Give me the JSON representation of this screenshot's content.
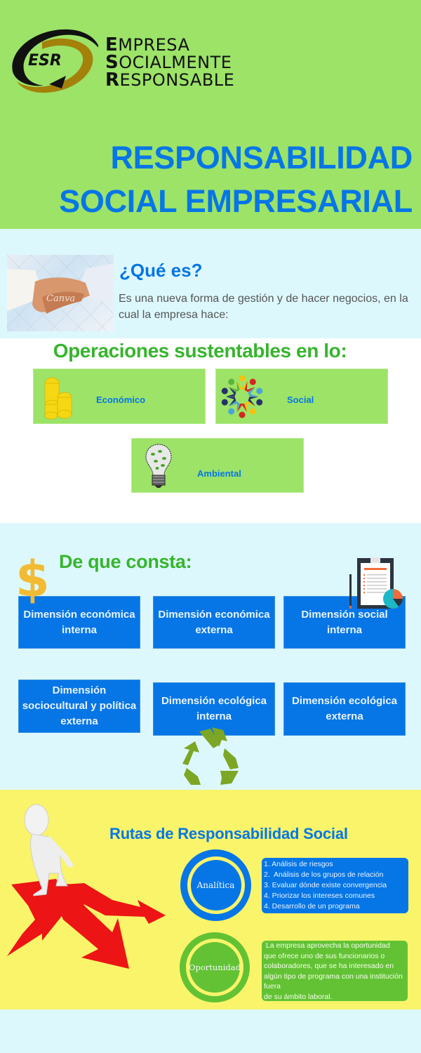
{
  "logo": {
    "mark_text": "ESR",
    "words": [
      {
        "initial": "E",
        "rest": "MPRESA"
      },
      {
        "initial": "S",
        "rest": "OCIALMENTE"
      },
      {
        "initial": "R",
        "rest": "ESPONSABLE"
      }
    ]
  },
  "header": {
    "title_line1": "RESPONSABILIDAD",
    "title_line2": "SOCIAL EMPRESARIAL"
  },
  "what_is": {
    "image": "handshake-photo",
    "watermark": "Canva",
    "title": "¿Qué es?",
    "description": "Es una nueva forma de gestión y de hacer negocios, en la cual la empresa hace:"
  },
  "operations": {
    "title": "Operaciones sustentables en lo:",
    "items": [
      {
        "label": "Económico",
        "icon": "gold-coins-icon"
      },
      {
        "label": "Social",
        "icon": "people-circle-icon"
      },
      {
        "label": "Ambiental",
        "icon": "eco-lightbulb-icon"
      }
    ]
  },
  "dimensions": {
    "title": "De que consta:",
    "items": [
      {
        "lines": [
          "Dimensión económica",
          "interna"
        ]
      },
      {
        "lines": [
          "Dimensión económica",
          "externa"
        ]
      },
      {
        "lines": [
          "Dimensión social",
          "interna"
        ]
      },
      {
        "lines": [
          "Dimensión",
          "sociocultural y política",
          "externa"
        ]
      },
      {
        "lines": [
          "Dimensión ecológica",
          "interna"
        ]
      },
      {
        "lines": [
          "Dimensión ecológica",
          "externa"
        ]
      }
    ]
  },
  "routes": {
    "title": "Rutas de Responsabilidad Social",
    "analitica": {
      "label": "Analítica",
      "steps": [
        "1. Análisis de riesgos",
        "2.  Análisis de los grupos de relación",
        "3. Evaluar dónde existe convergencia",
        "4. Priorizar los intereses comunes",
        "4. Desarrollo de un programa"
      ]
    },
    "oportunidad": {
      "label": "Oportunidad",
      "lines": [
        " La empresa aprovecha la oportunidad",
        "que ofrece uno de sus funcionarios o",
        "colaboradores, que se ha interesado en",
        "algún tipo de programa con una institución",
        "fuera",
        "de su ámbito laboral."
      ]
    }
  },
  "colors": {
    "header_green": "#9ce368",
    "light_cyan": "#ddf8fd",
    "brand_blue": "#0676e6",
    "title_green": "#36b52d",
    "routes_yellow": "#f9f46a",
    "opportunity_green": "#62c234"
  }
}
